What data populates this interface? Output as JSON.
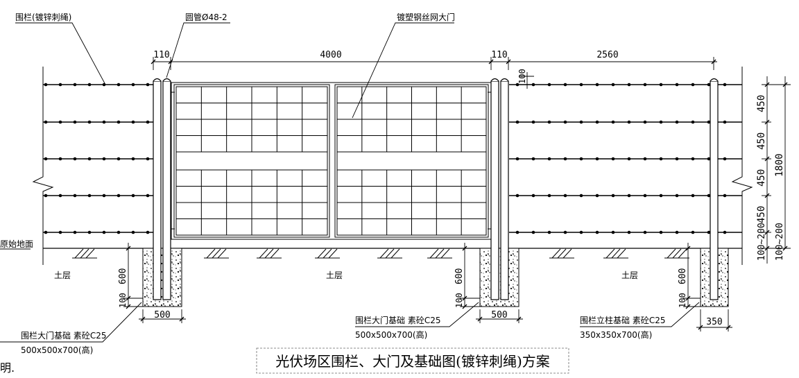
{
  "labels": {
    "fence_barbed": "围栏(镀锌刺绳)",
    "round_pipe": "圆管Ø48-2",
    "gate_mesh": "镀塑钢丝网大门",
    "original_ground": "原始地面",
    "soil_left": "土层",
    "soil_mid": "土层",
    "soil_right": "土层",
    "note_cut": "明."
  },
  "dims_top": {
    "d1": "110",
    "d2": "4000",
    "d3": "110",
    "d4": "2560",
    "d5": "100"
  },
  "dims_right": {
    "h1": "450",
    "h2": "450",
    "h3": "450",
    "h4": "450",
    "h5": "100~200",
    "total": "1800",
    "bottom": "100~200"
  },
  "foundations": {
    "left": {
      "depth": "600",
      "base": "100",
      "width": "500",
      "label": "围栏大门基础 素砼C25",
      "size": "500x500x700(高)"
    },
    "mid": {
      "depth": "600",
      "base": "100",
      "width": "500",
      "label": "围栏大门基础 素砼C25",
      "size": "500x500x700(高)"
    },
    "right": {
      "depth": "600",
      "base": "100",
      "width": "350",
      "label": "围栏立柱基础 素砼C25",
      "size": "350x350x700(高)"
    }
  },
  "title": "光伏场区围栏、大门及基础图(镀锌刺绳)方案"
}
